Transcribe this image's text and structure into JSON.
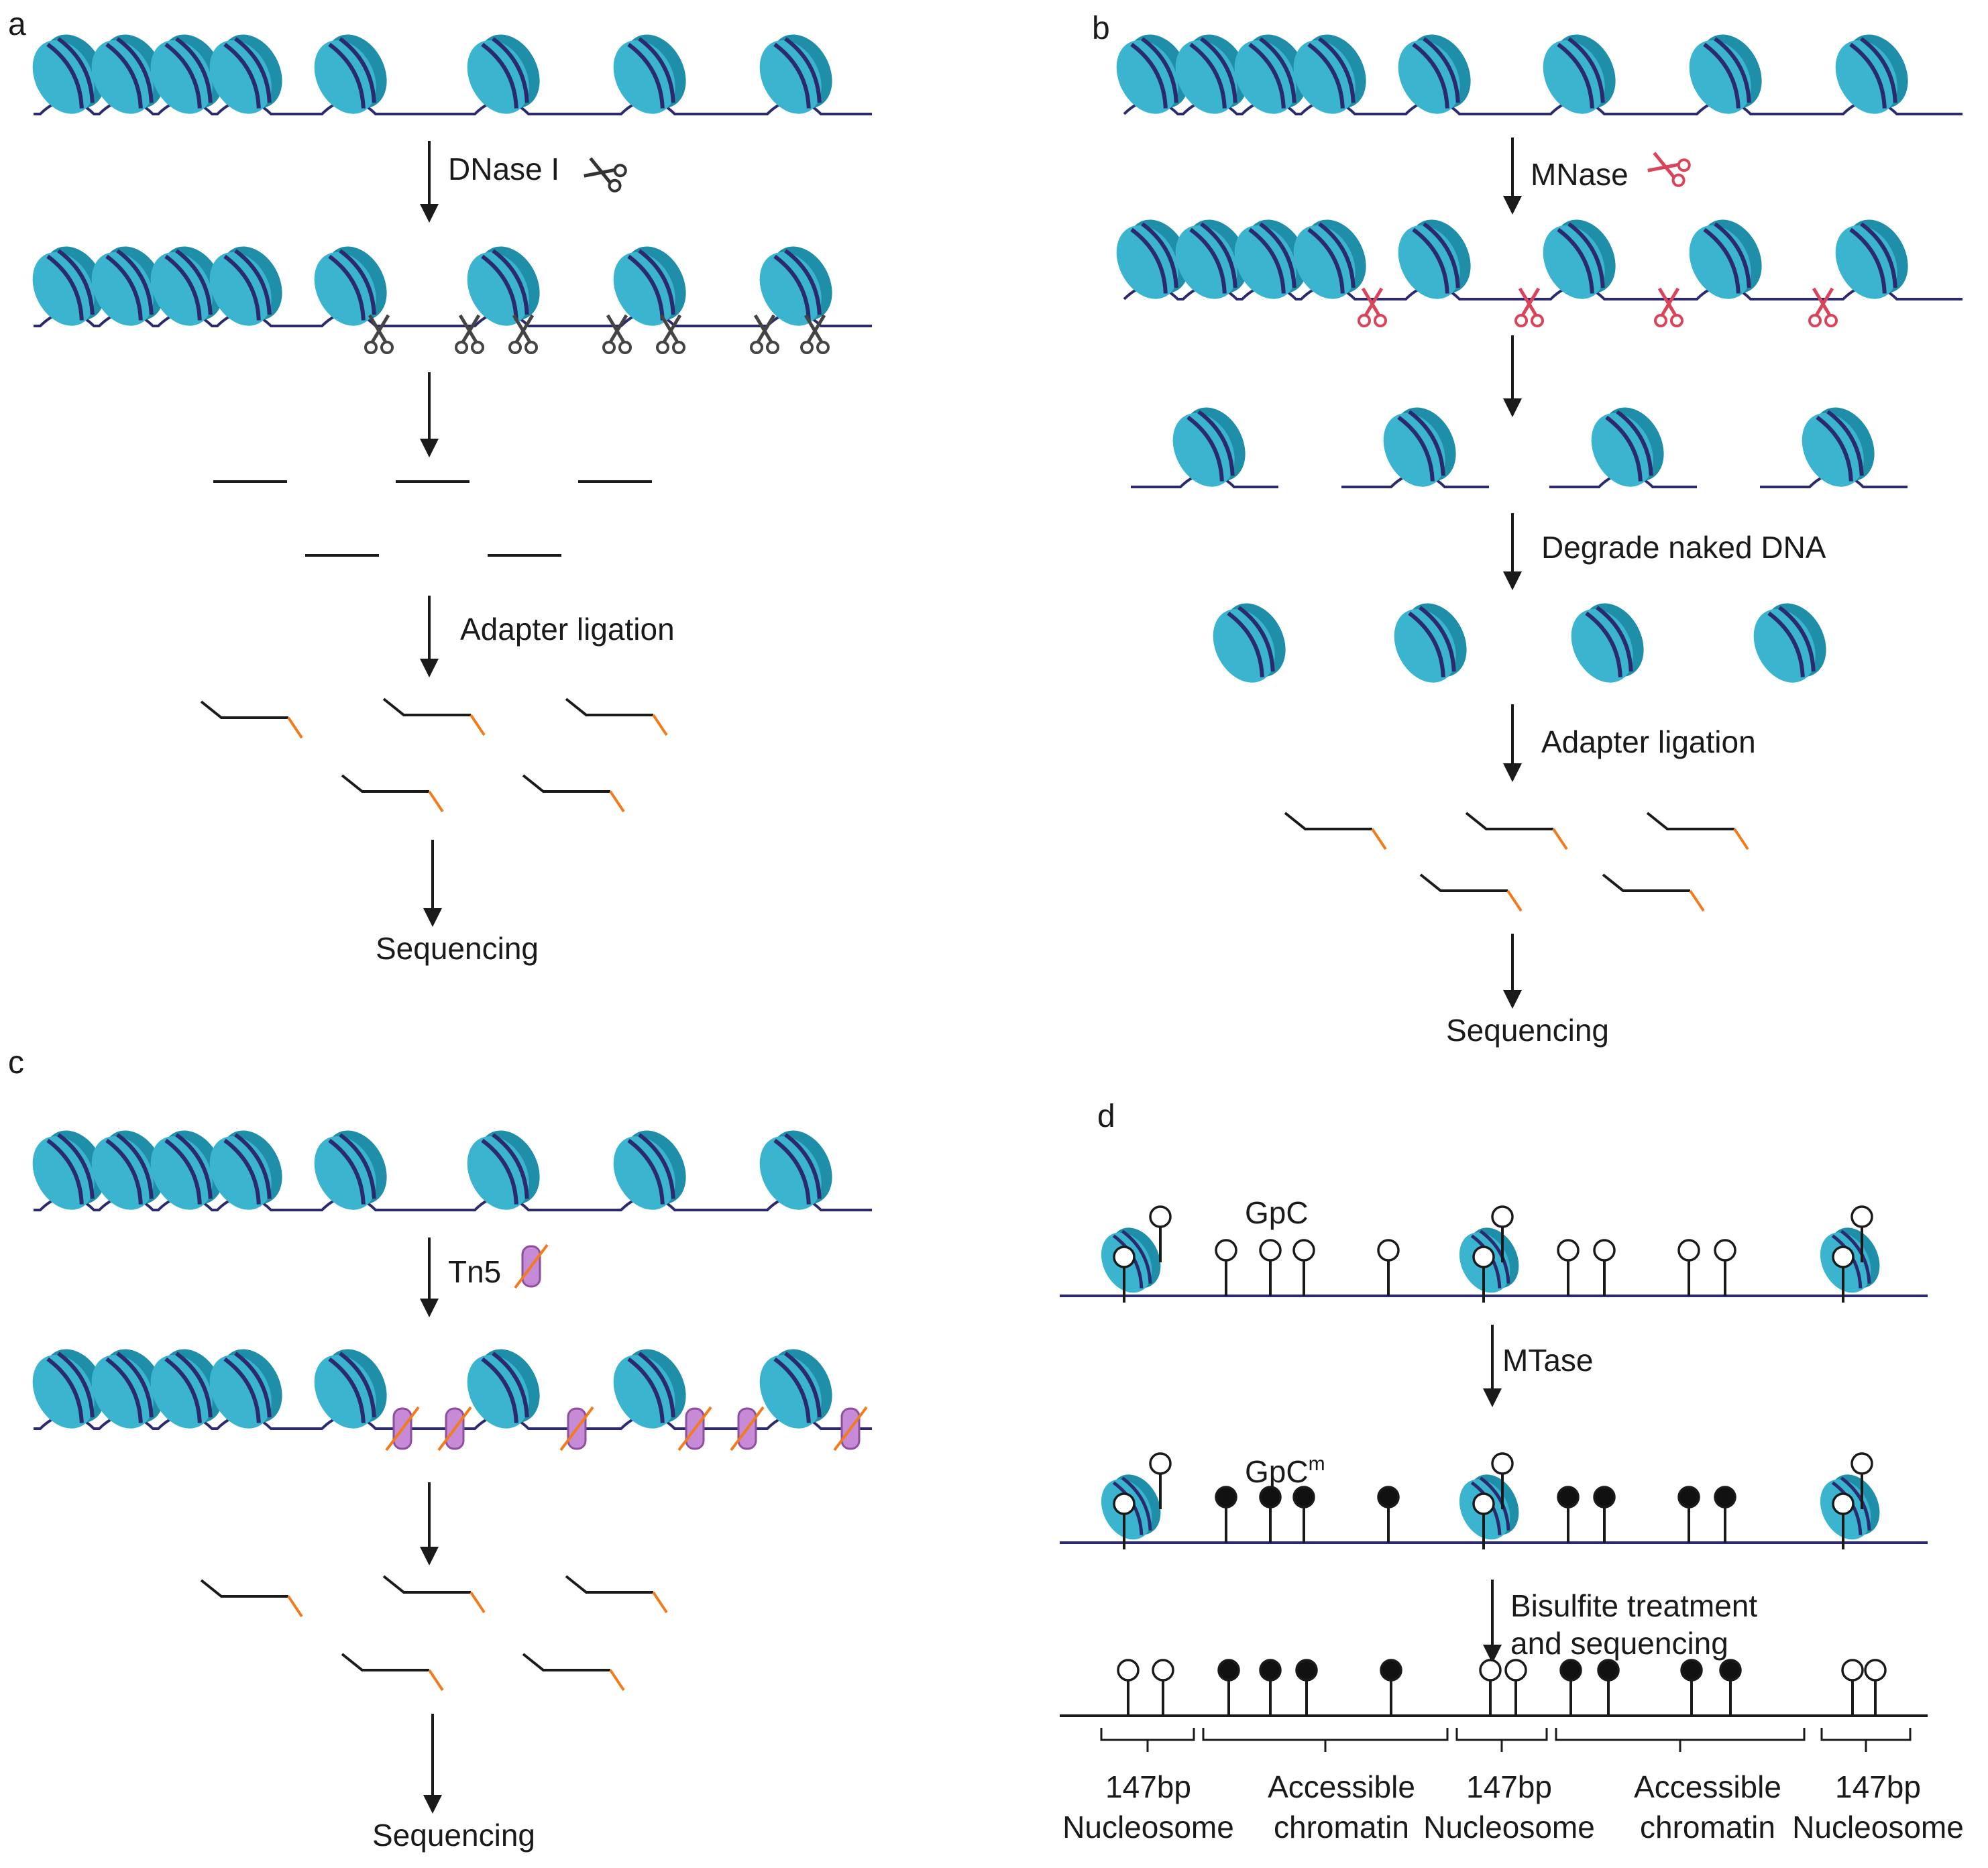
{
  "panels": {
    "a": {
      "letter": "a",
      "enzyme": "DNase I",
      "ligation": "Adapter ligation",
      "final": "Sequencing"
    },
    "b": {
      "letter": "b",
      "enzyme": "MNase",
      "degrade": "Degrade naked DNA",
      "ligation": "Adapter ligation",
      "final": "Sequencing"
    },
    "c": {
      "letter": "c",
      "enzyme": "Tn5",
      "final": "Sequencing"
    },
    "d": {
      "letter": "d",
      "gpc": "GpC",
      "gpcm_base": "GpC",
      "gpcm_sup": "m",
      "mtase": "MTase",
      "bisulfite_line1": "Bisulfite treatment",
      "bisulfite_line2": "and sequencing",
      "regions": [
        {
          "top": "147bp",
          "bottom": "Nucleosome"
        },
        {
          "top": "Accessible",
          "bottom": "chromatin"
        },
        {
          "top": "147bp",
          "bottom": "Nucleosome"
        },
        {
          "top": "Accessible",
          "bottom": "chromatin"
        },
        {
          "top": "147bp",
          "bottom": "Nucleosome"
        }
      ]
    }
  },
  "colors": {
    "nucleosome": "#3ab4cf",
    "nucleosome_dark": "#1f8ea9",
    "dna": "#2b2a6e",
    "adapter": "#f07c1e",
    "scissors_red": "#d9445a",
    "tn5": "#c78ad6",
    "methyl": "#111111"
  }
}
